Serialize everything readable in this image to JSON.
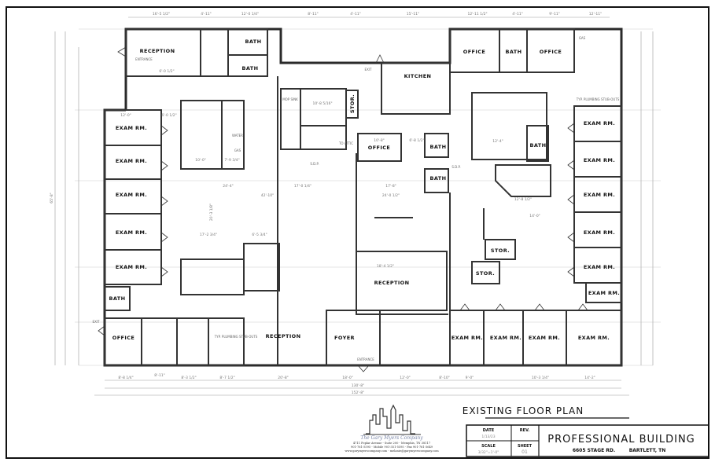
{
  "sheet_title": "EXISTING FLOOR PLAN",
  "title_block": {
    "date_label": "DATE",
    "date_value": "1/13/23",
    "rev_label": "REV.",
    "scale_label": "SCALE",
    "scale_value": "3/32\"=1'-0\"",
    "sheet_label": "SHEET",
    "sheet_value": "01",
    "project_name": "PROFESSIONAL BUILDING",
    "address_street": "6605 STAGE RD.",
    "address_city": "BARTLETT, TN"
  },
  "company": {
    "name": "The Gary Myers Company",
    "line1": "4711 Poplar Avenue - Suite 200 - Memphis, TN 38117",
    "line2": "901-761-5595 - Mobile 901-351-5595 - Fax 901-761-3649",
    "line3": "www.garymyerscompany.com - melanie@garymyerscompany.com"
  },
  "rooms": {
    "reception_nw": "RECEPTION",
    "entrance_nw": "ENTRANCE",
    "bath_1": "BATH",
    "bath_2": "BATH",
    "exam_l1": "EXAM RM.",
    "exam_l2": "EXAM RM.",
    "exam_l3": "EXAM RM.",
    "exam_l4": "EXAM RM.",
    "exam_l5": "EXAM RM.",
    "bath_sw": "BATH",
    "office_sw": "OFFICE",
    "exit_w": "EXIT",
    "reception_s": "RECEPTION",
    "foyer": "FOYER",
    "entrance_s": "ENTRANCE",
    "stor_n": "STOR.",
    "kitchen": "KITCHEN",
    "exit_n": "EXIT",
    "office_mid": "OFFICE",
    "bath_mid1": "BATH",
    "bath_mid2": "BATH",
    "reception_mid": "RECEPTION",
    "office_ne1": "OFFICE",
    "bath_ne": "BATH",
    "office_ne2": "OFFICE",
    "bath_e": "BATH",
    "exam_r1": "EXAM RM.",
    "exam_r2": "EXAM RM.",
    "exam_r3": "EXAM RM.",
    "exam_r4": "EXAM RM.",
    "exam_r5": "EXAM RM.",
    "exam_r6": "EXAM RM.",
    "stor_1": "STOR.",
    "stor_2": "STOR.",
    "exam_b1": "EXAM RM.",
    "exam_b2": "EXAM RM.",
    "exam_b3": "EXAM RM.",
    "exam_b4": "EXAM RM."
  },
  "notes": {
    "mop_sink": "MOP SINK",
    "water": "WATER",
    "gas": "GAS",
    "gas_ne": "GAS",
    "sdp_1": "S.D.P.",
    "sdp_2": "S.D.P.",
    "plumbing_1": "TYP. PLUMBING STUB-OUTS",
    "plumbing_2": "TYP. PLUMBING STUB-OUTS",
    "attic": "TO ATTIC"
  },
  "dimensions": {
    "top": [
      "16'-5 1/2\"",
      "4'-11\"",
      "12'-0 1/4\"",
      "8'-11\"",
      "4'-11\"",
      "15'-11\"",
      "12'-11 1/2\"",
      "4'-11\"",
      "9'-11\"",
      "12'-11\""
    ],
    "bottom": [
      "8'-8 1/4\"",
      "8'-11\"",
      "8'-3 1/2\"",
      "8'-7 1/2\"",
      "20'-8\"",
      "18'-0\"",
      "12'-0\"",
      "8'-10\"",
      "9'-0\"",
      "10'-3 1/4\"",
      "14'-2\""
    ],
    "overall_inner": "130'-8\"",
    "overall": "152'-8\"",
    "left_overall": "65'-8\"",
    "interior": [
      "12'-0\"",
      "6'-0 1/2\"",
      "10'-0\"",
      "7'-9 3/4\"",
      "24'-4\"",
      "42'-10\"",
      "17'-0 1/4\"",
      "10'-8 5/16\"",
      "10'-8\"",
      "6'-8 1/2\"",
      "17'-8\"",
      "24'-0 1/2\"",
      "12'-4\"",
      "12'-8 1/2\"",
      "14'-0\"",
      "20'-3 1/8\"",
      "17'-2 3/4\"",
      "6'-5 3/4\"",
      "18'-4 1/2\"",
      "6'-0 1/2\""
    ]
  }
}
